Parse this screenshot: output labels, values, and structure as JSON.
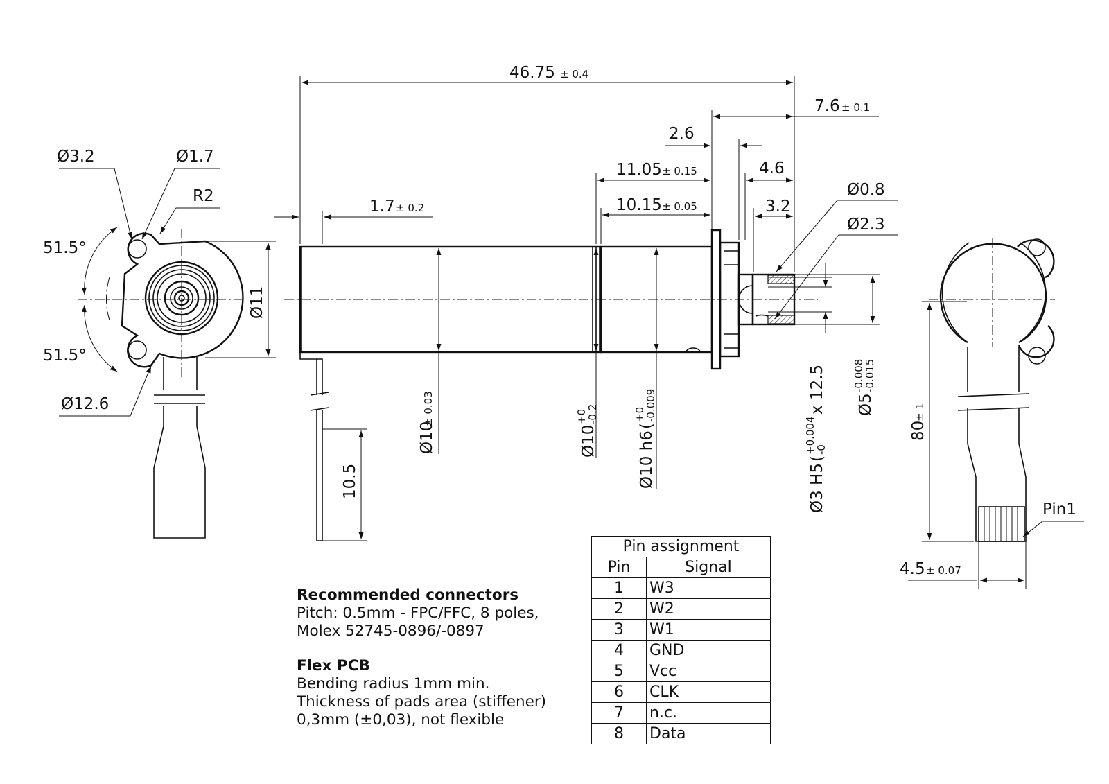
{
  "dimensions": {
    "overall_length": "46.75",
    "overall_length_tol": "± 0.4",
    "shaft_len": "7.6",
    "shaft_len_tol": "± 0.1",
    "flange_thk": "2.6",
    "d_11_05": "11.05",
    "d_11_05_tol": "± 0.15",
    "d_4_6": "4.6",
    "d_10_15": "10.15",
    "d_10_15_tol": "± 0.05",
    "d_3_2": "3.2",
    "d_1_7": "1.7",
    "d_1_7_tol": "± 0.2",
    "dia_0_8": "Ø0.8",
    "dia_2_3": "Ø2.3",
    "dia_3_2": "Ø3.2",
    "dia_1_7": "Ø1.7",
    "r2": "R2",
    "angle_top": "51.5°",
    "angle_bottom": "51.5°",
    "dia_12_6": "Ø12.6",
    "dia_11": "Ø11",
    "dia_10": "Ø10",
    "dia_10_tol": "± 0.03",
    "dia_10_b": "Ø10",
    "dia_10_b_tol_up": "+0",
    "dia_10_b_tol_lo": "-0.2",
    "dia_10_h6": "Ø10 h6",
    "dia_10_h6_tol_up": "+0",
    "dia_10_h6_tol_lo": "-0.009",
    "dia_3_h5": "Ø3 H5",
    "dia_3_h5_tol_up": "+0.004",
    "dia_3_h5_tol_lo": "-0",
    "dia_3_h5_depth": "x 12.5",
    "dia_5": "Ø5",
    "dia_5_tol_up": "-0.008",
    "dia_5_tol_lo": "-0.015",
    "d_10_5": "10.5",
    "d_80": "80",
    "d_80_tol": "± 1",
    "d_4_5": "4.5",
    "d_4_5_tol": "± 0.07",
    "pin1": "Pin1"
  },
  "notes": {
    "connectors_title": "Recommended connectors",
    "connectors_line1": "Pitch: 0.5mm - FPC/FFC, 8 poles,",
    "connectors_line2": "Molex 52745-0896/-0897",
    "flex_title": "Flex PCB",
    "flex_line1": "Bending radius 1mm min.",
    "flex_line2": "Thickness of pads area (stiffener)",
    "flex_line3": "0,3mm (±0,03), not flexible"
  },
  "pin_table": {
    "title": "Pin assignment",
    "col_pin": "Pin",
    "col_signal": "Signal",
    "rows": [
      {
        "pin": "1",
        "signal": "W3"
      },
      {
        "pin": "2",
        "signal": "W2"
      },
      {
        "pin": "3",
        "signal": "W1"
      },
      {
        "pin": "4",
        "signal": "GND"
      },
      {
        "pin": "5",
        "signal": "Vcc"
      },
      {
        "pin": "6",
        "signal": "CLK"
      },
      {
        "pin": "7",
        "signal": "n.c."
      },
      {
        "pin": "8",
        "signal": "Data"
      }
    ]
  }
}
